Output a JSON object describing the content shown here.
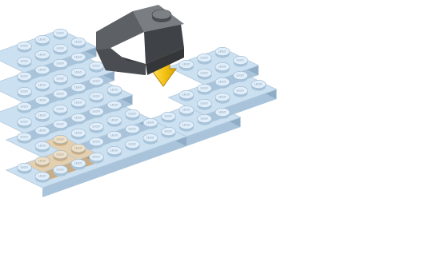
{
  "scene": {
    "description_type": "building-instruction-step",
    "stud_logo": "LEGO",
    "colors": {
      "plate_light_blue": "#cbe0f0",
      "plate_light_blue_side": "#a9c4da",
      "plate_light_blue_dark_side": "#8fadc6",
      "plate_tan": "#e4cfae",
      "plate_tan_side": "#c8ad86",
      "slope_dark_gray": "#55585c",
      "slope_dark_gray_light": "#6a6e73",
      "slope_dark_gray_shadow": "#3c3f43",
      "arrow_yellow": "#f2c21b",
      "arrow_outline": "#c49200"
    },
    "components": [
      {
        "name": "light-blue-plate-assembly",
        "count": 1
      },
      {
        "name": "tan-corner-plate",
        "count": 1
      },
      {
        "name": "dark-gray-slope-brick",
        "count": 1
      },
      {
        "name": "placement-arrow",
        "count": 1
      }
    ]
  }
}
